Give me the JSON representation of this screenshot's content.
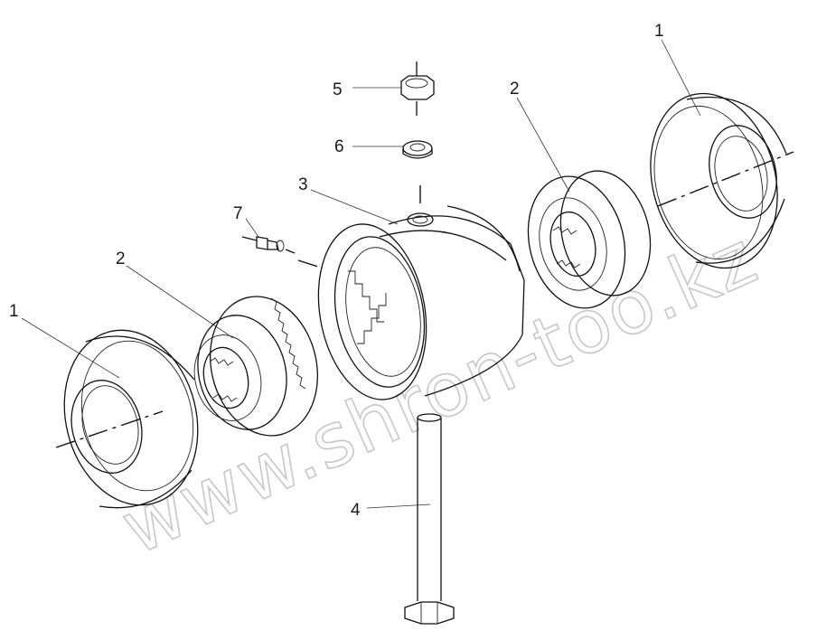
{
  "callouts": [
    {
      "id": "thrust-washer-left",
      "label": "1"
    },
    {
      "id": "thrust-washer-right",
      "label": "1"
    },
    {
      "id": "side-gear-left",
      "label": "2"
    },
    {
      "id": "side-gear-right",
      "label": "2"
    },
    {
      "id": "coupling-housing",
      "label": "3"
    },
    {
      "id": "bolt",
      "label": "4"
    },
    {
      "id": "nut",
      "label": "5"
    },
    {
      "id": "lock-washer",
      "label": "6"
    },
    {
      "id": "grease-fitting",
      "label": "7"
    }
  ],
  "watermark": "www.shron-too.kz"
}
